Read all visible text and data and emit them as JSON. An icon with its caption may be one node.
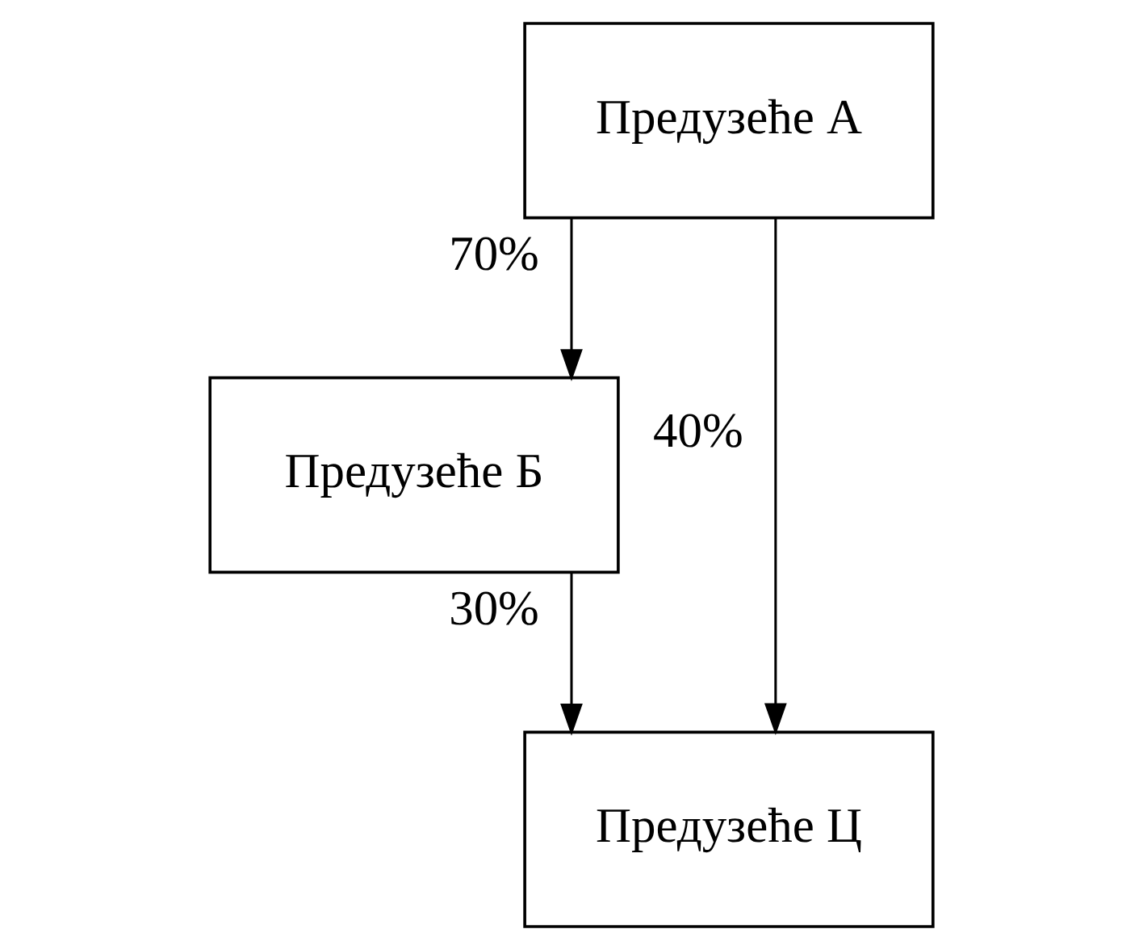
{
  "diagram": {
    "nodes": [
      {
        "text": [
          "Предузеће А"
        ]
      },
      {
        "text": [
          "Предузеће Б"
        ]
      },
      {
        "text": [
          "Предузеће Ц"
        ]
      }
    ],
    "edges": [
      {
        "from": 0,
        "to": 1,
        "arrow": "to",
        "label": "70%"
      },
      {
        "from": 1,
        "to": 2,
        "arrow": "to",
        "label": "30%"
      },
      {
        "from": 0,
        "to": 2,
        "arrow": "to",
        "label": "40%"
      }
    ]
  }
}
